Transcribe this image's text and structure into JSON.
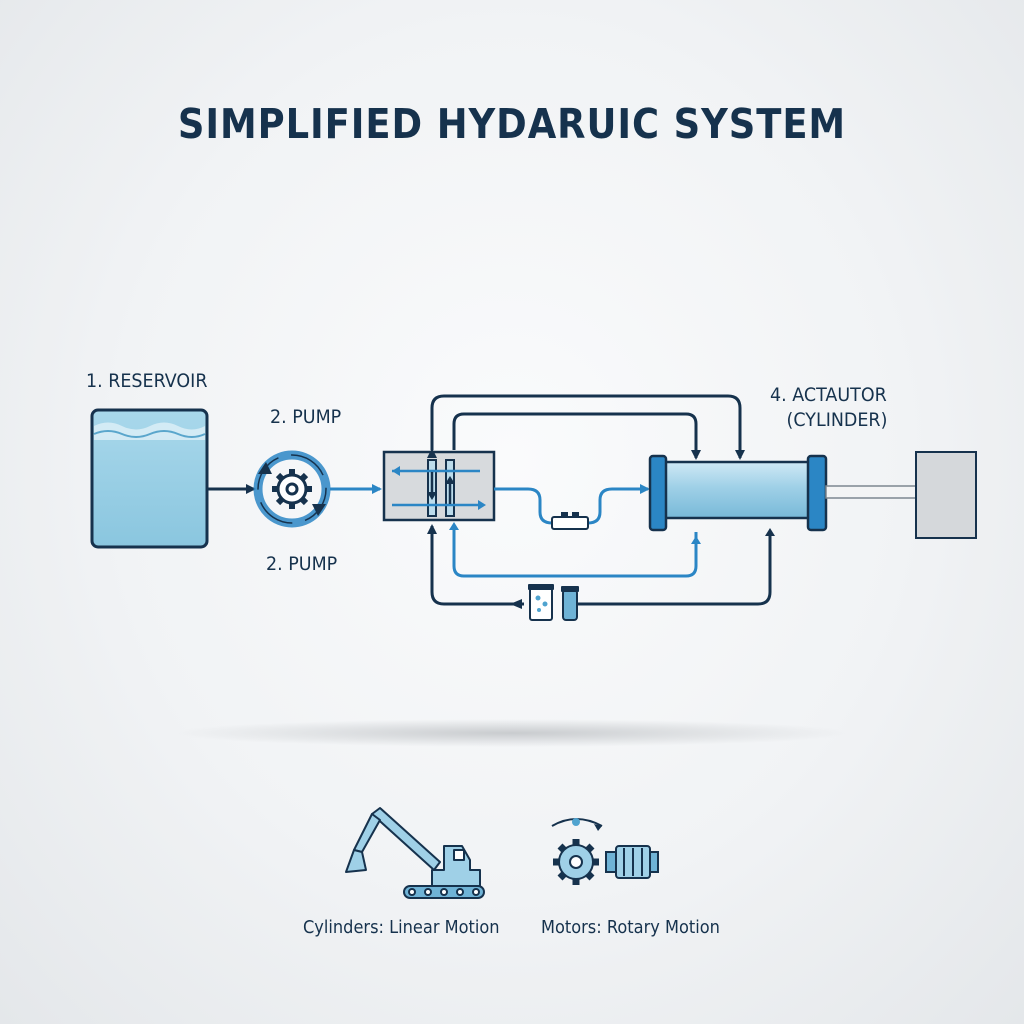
{
  "title": "SIMPLIFIED HYDARUIC SYSTEM",
  "labels": {
    "reservoir": "1. RESERVOIR",
    "pump_top": "2. PUMP",
    "pump_bottom": "2. PUMP",
    "actuator_line1": "4. ACTAUTOR",
    "actuator_line2": "(CYLINDER)"
  },
  "captions": {
    "cylinders": "Cylinders: Linear Motion",
    "motors": "Motors: Rotary Motion"
  },
  "icons": [
    "reservoir-tank-icon",
    "pump-gear-icon",
    "valve-block-icon",
    "hydraulic-cylinder-icon",
    "load-block-icon",
    "filter-icon",
    "excavator-icon",
    "motor-gear-icon"
  ],
  "colors": {
    "dark_line": "#16324d",
    "flow_line": "#2b86c5",
    "fluid": "#8fcbe3",
    "accent": "#4fa3cf"
  }
}
